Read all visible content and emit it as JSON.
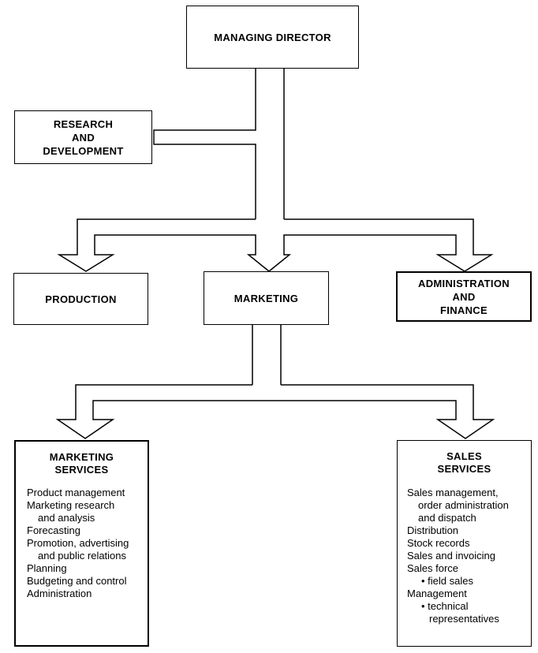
{
  "managing_director": "MANAGING DIRECTOR",
  "research": [
    "RESEARCH",
    "AND",
    "DEVELOPMENT"
  ],
  "production": "PRODUCTION",
  "marketing": "MARKETING",
  "admin_finance": [
    "ADMINISTRATION",
    "AND",
    "FINANCE"
  ],
  "marketing_services": {
    "title": [
      "MARKETING",
      "SERVICES"
    ],
    "items": [
      "Product management",
      "Marketing research",
      "and analysis",
      "Forecasting",
      "Promotion, advertising",
      "and public relations",
      "Planning",
      "Budgeting and control",
      "Administration"
    ]
  },
  "sales_services": {
    "title": [
      "SALES",
      "SERVICES"
    ],
    "items": [
      "Sales management,",
      "order administration",
      "and dispatch",
      "Distribution",
      "Stock records",
      "Sales and invoicing",
      "Sales force",
      "• field sales",
      "Management",
      "• technical",
      "representatives"
    ]
  }
}
